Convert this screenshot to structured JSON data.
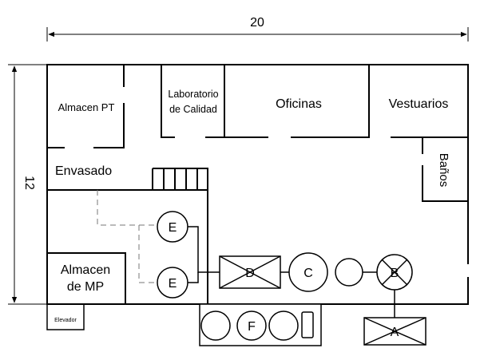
{
  "dimensions": {
    "width_label": "20",
    "height_label": "12"
  },
  "rooms": {
    "almacen_pt": "Almacen PT",
    "laboratorio_line1": "Laboratorio",
    "laboratorio_line2": "de Calidad",
    "oficinas": "Oficinas",
    "vestuarios": "Vestuarios",
    "banos": "Baños",
    "envasado": "Envasado",
    "almacen_mp_line1": "Almacen",
    "almacen_mp_line2": "de MP",
    "elevador": "Elevador"
  },
  "equipment": {
    "a": "A",
    "b": "B",
    "c": "C",
    "d": "D",
    "e": "E",
    "f": "F"
  }
}
